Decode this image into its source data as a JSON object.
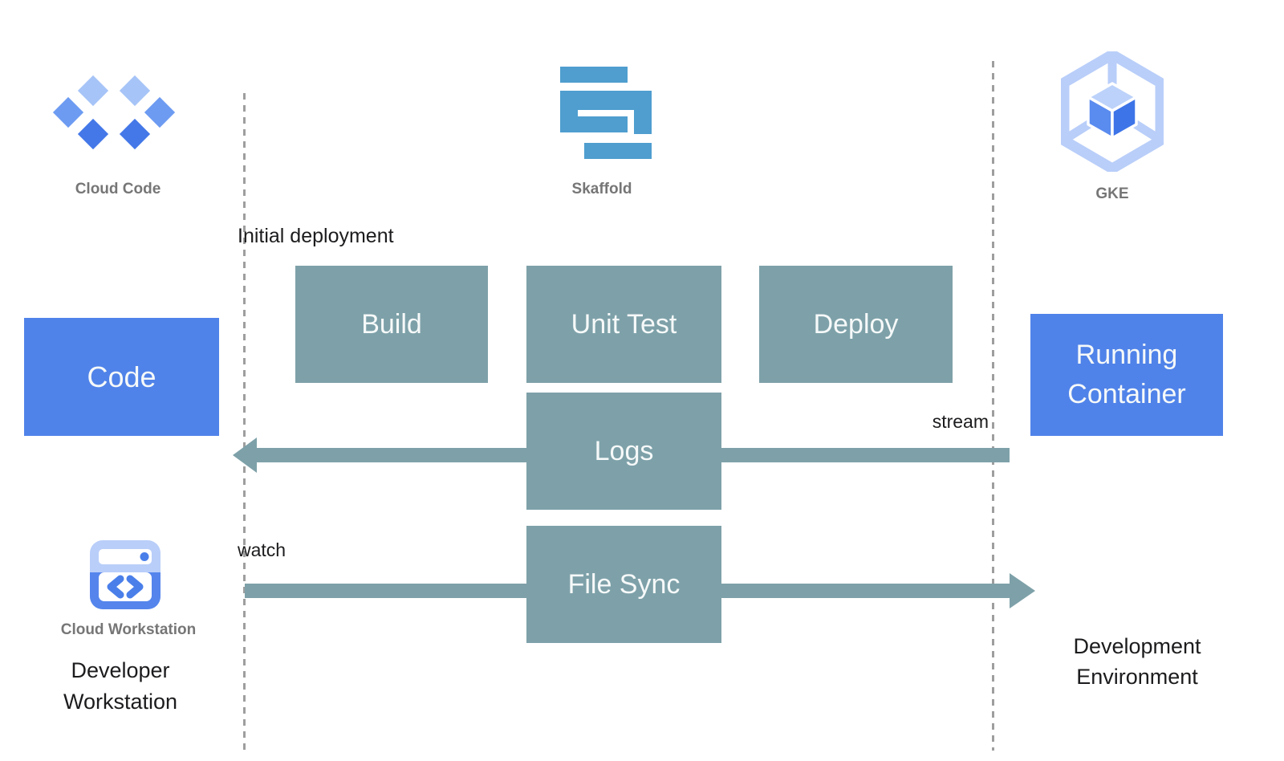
{
  "palette": {
    "process_box_fill": "#7EA1A9",
    "artifact_box_fill": "#5083E9",
    "box_text": "#F6F9F9",
    "gray_label": "#767676",
    "black_label": "#1C1C1E",
    "dashed_line": "#9E9E9E",
    "skaffold_blue": "#4F9ECF",
    "google_blue_dark": "#4478E8",
    "google_blue_medium": "#6D9BF2",
    "google_blue_light": "#A6C4F7"
  },
  "headers": {
    "cloud_code": {
      "label": "Cloud Code",
      "icon": "cloud-code-diamonds-icon"
    },
    "skaffold": {
      "label": "Skaffold",
      "icon": "skaffold-s-icon"
    },
    "gke": {
      "label": "GKE",
      "icon": "gke-hexagon-cube-icon"
    }
  },
  "lanes": {
    "initial_deployment_label": "Initial deployment",
    "stream_label": "stream",
    "watch_label": "watch"
  },
  "boxes": {
    "build": "Build",
    "unit_test": "Unit Test",
    "deploy": "Deploy",
    "logs": "Logs",
    "file_sync": "File Sync",
    "code": "Code",
    "running_container": "Running Container"
  },
  "footer": {
    "cloud_workstation": {
      "label": "Cloud Workstation",
      "icon": "cloud-workstation-window-icon"
    },
    "developer_workstation": "Developer Workstation",
    "development_environment": "Development Environment"
  }
}
